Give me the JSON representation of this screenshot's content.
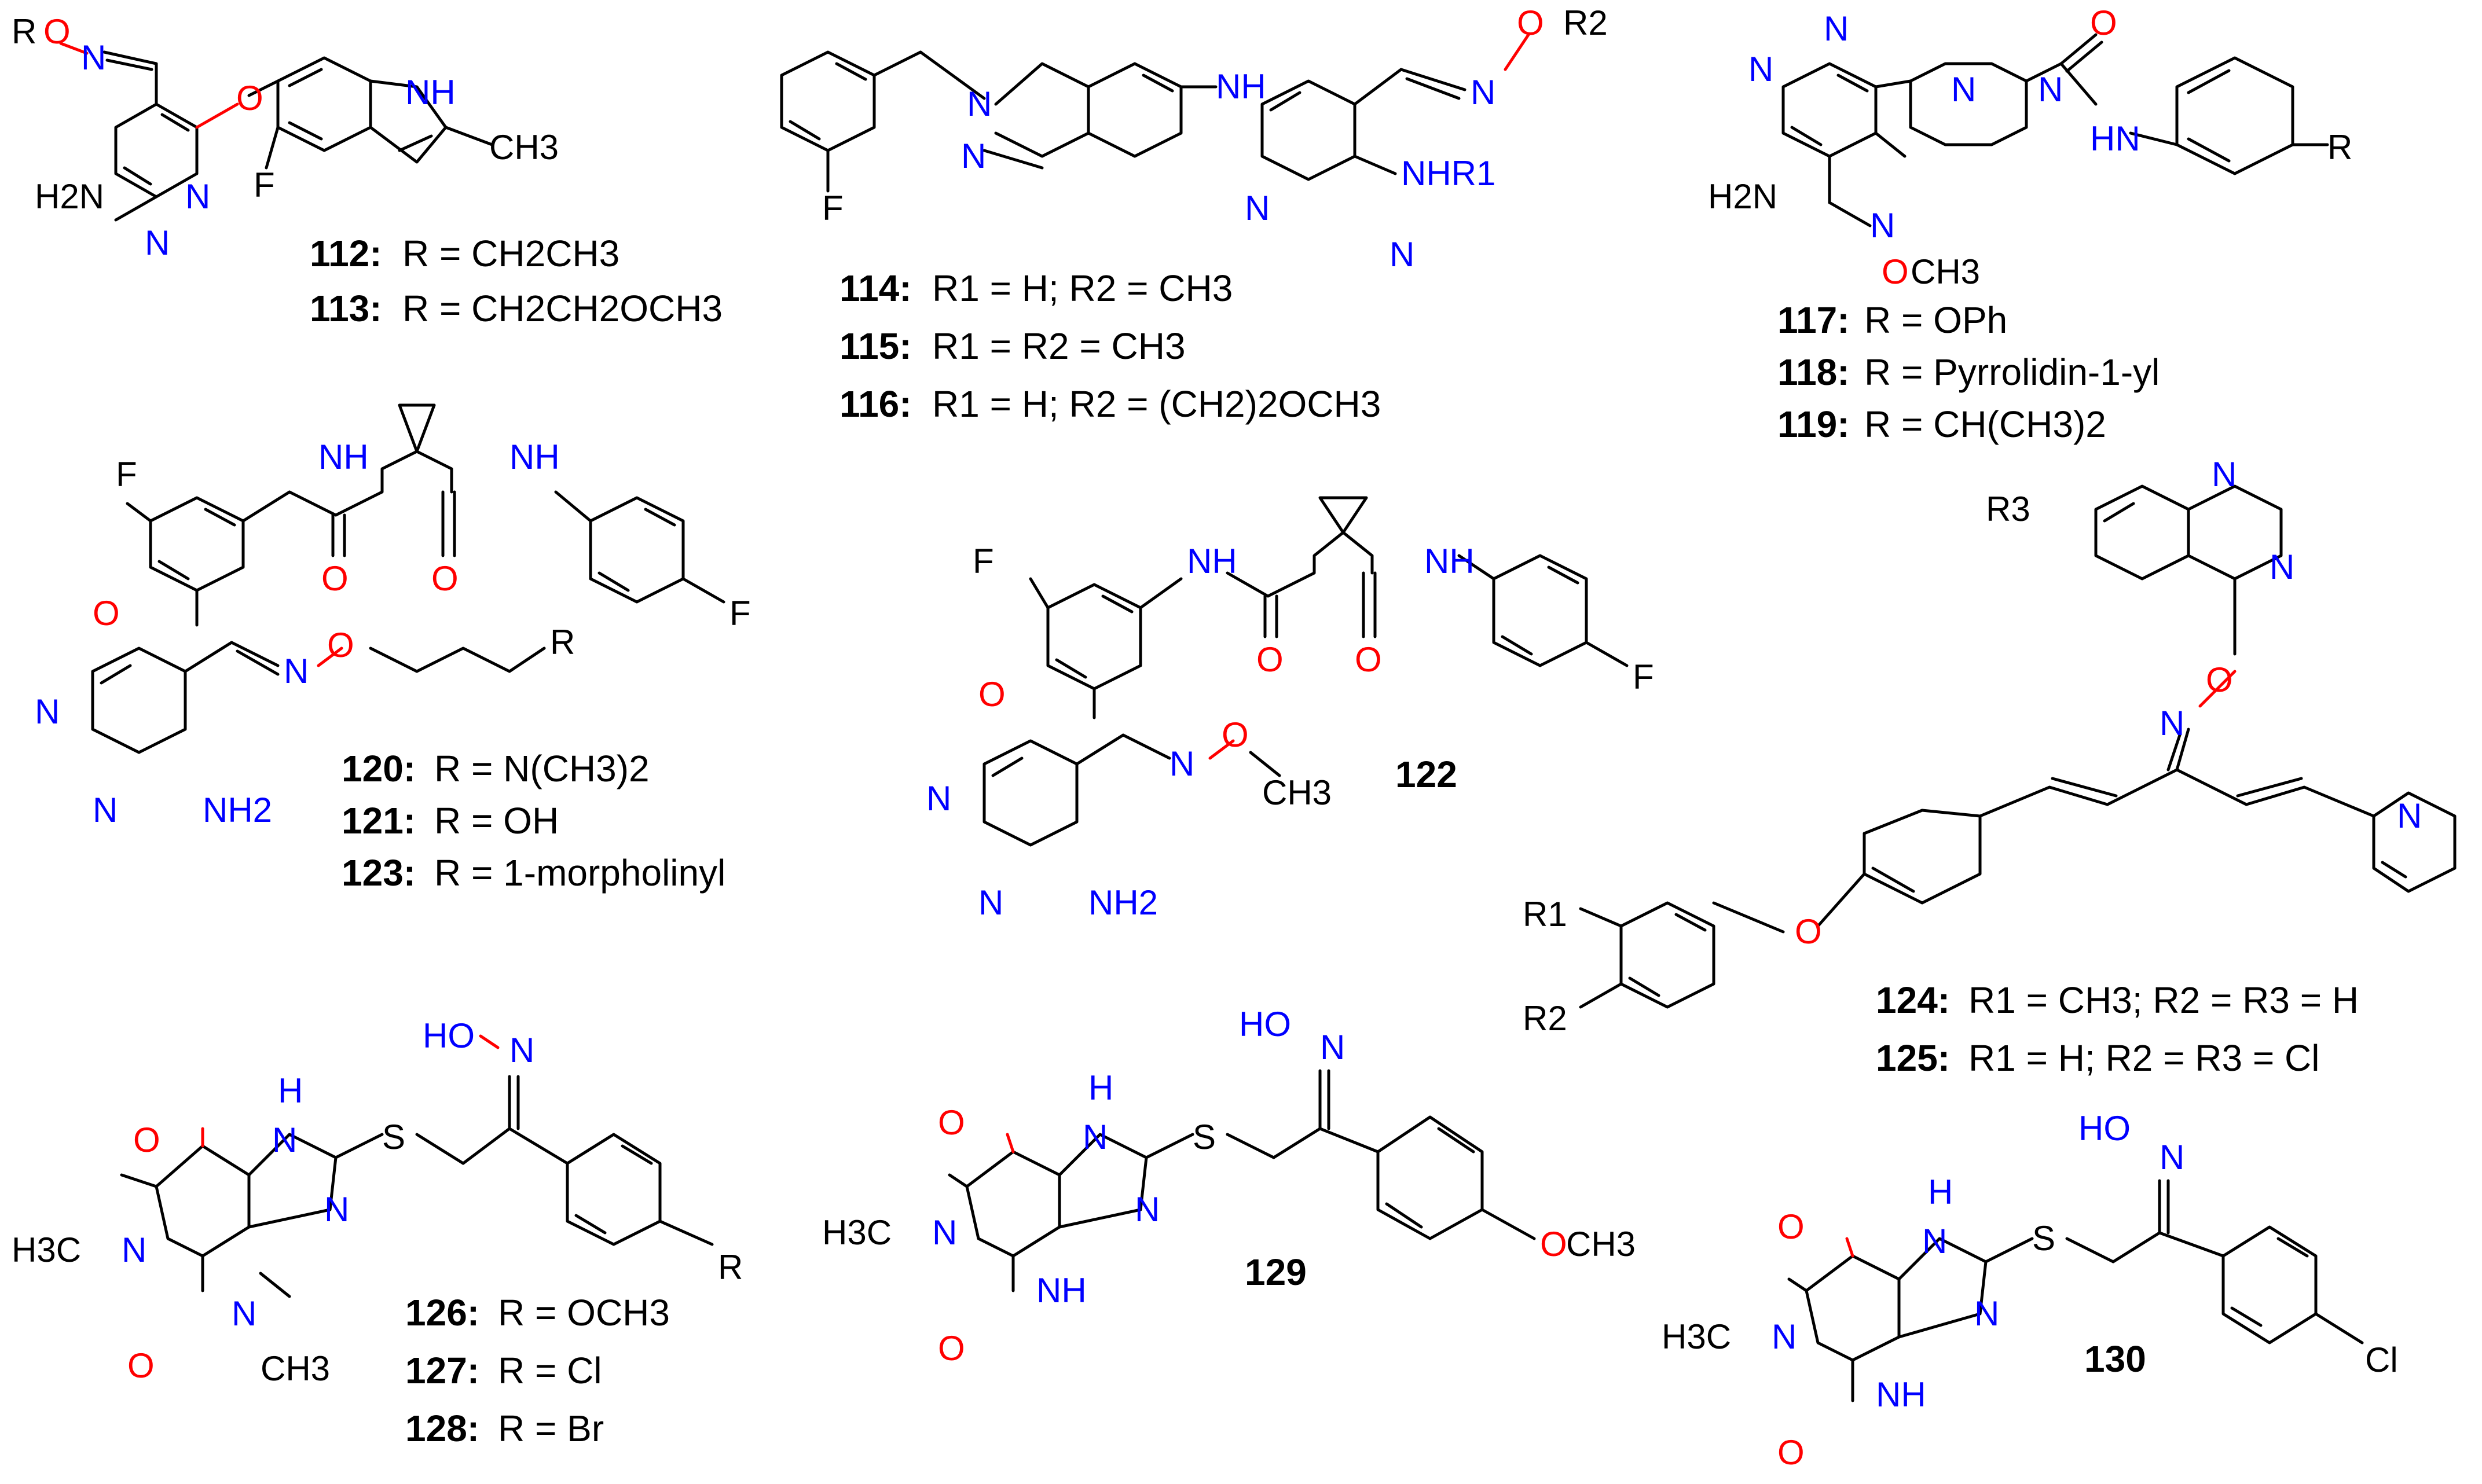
{
  "colors": {
    "bond": "#000000",
    "oxygen": "#ff0000",
    "nitrogen": "#0000ff",
    "background": "#ffffff"
  },
  "compounds": [
    {
      "id": "c112_113",
      "labels": [
        {
          "num": "112:",
          "sub": "R = CH2CH3"
        },
        {
          "num": "113:",
          "sub": "R = CH2CH2OCH3"
        }
      ]
    },
    {
      "id": "c114_116",
      "labels": [
        {
          "num": "114:",
          "sub": "R1 = H; R2 = CH3"
        },
        {
          "num": "115:",
          "sub": "R1 = R2 = CH3"
        },
        {
          "num": "116:",
          "sub": "R1 = H; R2 = (CH2)2OCH3"
        }
      ]
    },
    {
      "id": "c117_119",
      "labels": [
        {
          "num": "117:",
          "sub": "R = OPh"
        },
        {
          "num": "118:",
          "sub": "R = Pyrrolidin-1-yl"
        },
        {
          "num": "119:",
          "sub": "R = CH(CH3)2"
        }
      ]
    },
    {
      "id": "c120_123",
      "labels": [
        {
          "num": "120:",
          "sub": "R = N(CH3)2"
        },
        {
          "num": "121:",
          "sub": "R = OH"
        },
        {
          "num": "123:",
          "sub": "R = 1-morpholinyl"
        }
      ]
    },
    {
      "id": "c122",
      "labels": [
        {
          "num": "122",
          "sub": ""
        }
      ]
    },
    {
      "id": "c124_125",
      "labels": [
        {
          "num": "124:",
          "sub": "R1 = CH3; R2 = R3 = H"
        },
        {
          "num": "125:",
          "sub": "R1 = H; R2 = R3 = Cl"
        }
      ]
    },
    {
      "id": "c126_128",
      "labels": [
        {
          "num": "126:",
          "sub": "R = OCH3"
        },
        {
          "num": "127:",
          "sub": "R = Cl"
        },
        {
          "num": "128:",
          "sub": "R = Br"
        }
      ]
    },
    {
      "id": "c129",
      "labels": [
        {
          "num": "129",
          "sub": ""
        }
      ]
    },
    {
      "id": "c130",
      "labels": [
        {
          "num": "130",
          "sub": ""
        }
      ]
    }
  ],
  "atoms": {
    "R": "R",
    "O": "O",
    "N": "N",
    "NH": "NH",
    "HN": "HN",
    "H": "H",
    "F": "F",
    "S": "S",
    "Cl": "Cl",
    "CH3": "CH3",
    "H3C": "H3C",
    "H2N": "H2N",
    "NH2": "NH2",
    "OCH3": "OCH3",
    "NHR1": "NHR1",
    "R1": "R1",
    "R2": "R2",
    "R3": "R3",
    "HO": "HO"
  }
}
